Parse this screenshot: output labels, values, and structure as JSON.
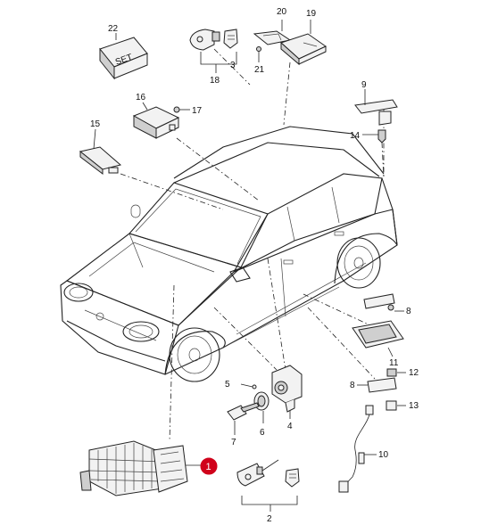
{
  "callouts": {
    "c1": "1",
    "c2": "2",
    "c3": "3",
    "c4": "4",
    "c5": "5",
    "c6": "6",
    "c7": "7",
    "c8a": "8",
    "c8b": "8",
    "c9": "9",
    "c10": "10",
    "c11": "11",
    "c12": "12",
    "c13": "13",
    "c14": "14",
    "c15": "15",
    "c16": "16",
    "c17": "17",
    "c18": "18",
    "c19": "19",
    "c20": "20",
    "c21": "21",
    "c22": "22"
  },
  "set_box_text": "SET",
  "highlight_color": "#d0021b"
}
